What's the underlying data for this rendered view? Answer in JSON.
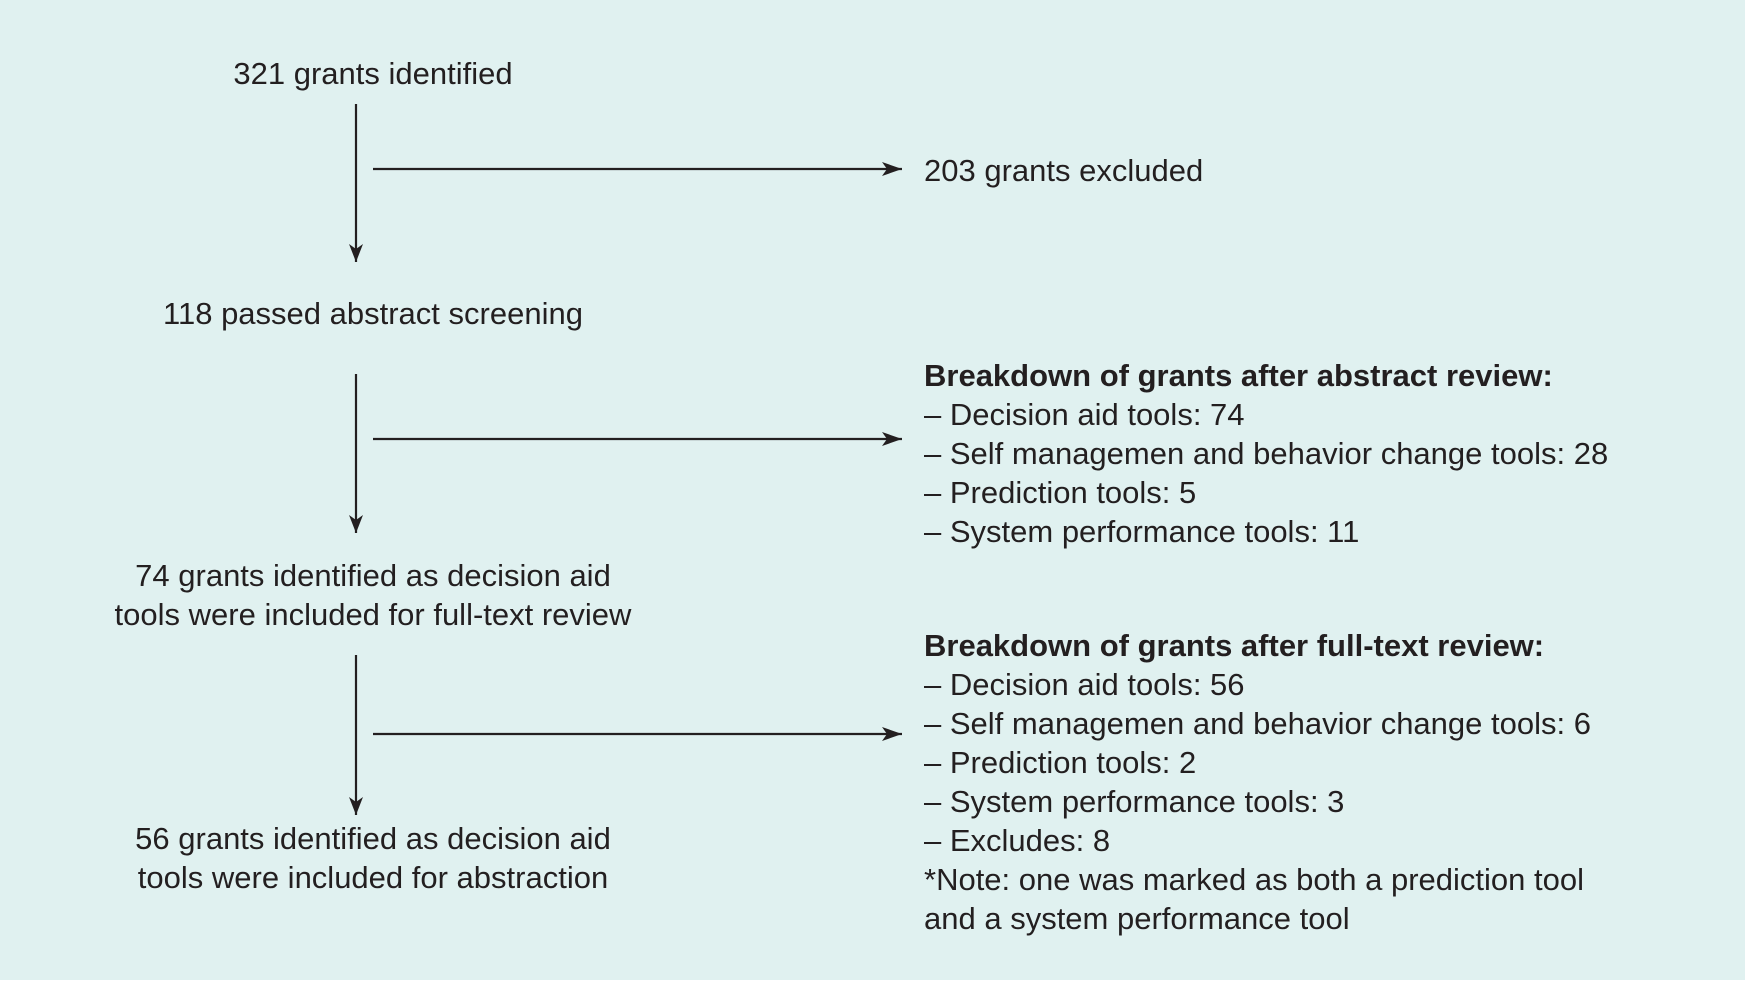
{
  "flow": {
    "identified": "321 grants identified",
    "excluded": "203 grants excluded",
    "passed": "118 passed abstract screening",
    "decision_aid_fulltext": [
      "74 grants identified as decision aid",
      "tools were included for full-text review"
    ],
    "decision_aid_abstraction": [
      "56 grants identified as decision aid",
      "tools were included for abstraction"
    ]
  },
  "abstract_breakdown": {
    "heading": "Breakdown of grants after abstract review:",
    "items": [
      "– Decision aid tools: 74",
      "– Self managemen and behavior change tools: 28",
      "– Prediction tools: 5",
      "– System performance tools: 11"
    ]
  },
  "fulltext_breakdown": {
    "heading": "Breakdown of grants after full-text review:",
    "items": [
      "– Decision aid tools: 56",
      "– Self managemen and behavior change tools: 6",
      "– Prediction tools: 2",
      "– System performance tools: 3",
      "– Excludes: 8"
    ],
    "note": [
      "*Note: one was marked as both a prediction tool",
      "and a system performance tool"
    ]
  },
  "colors": {
    "background": "#e0f1f0",
    "text": "#231f20",
    "arrow": "#231f20"
  }
}
